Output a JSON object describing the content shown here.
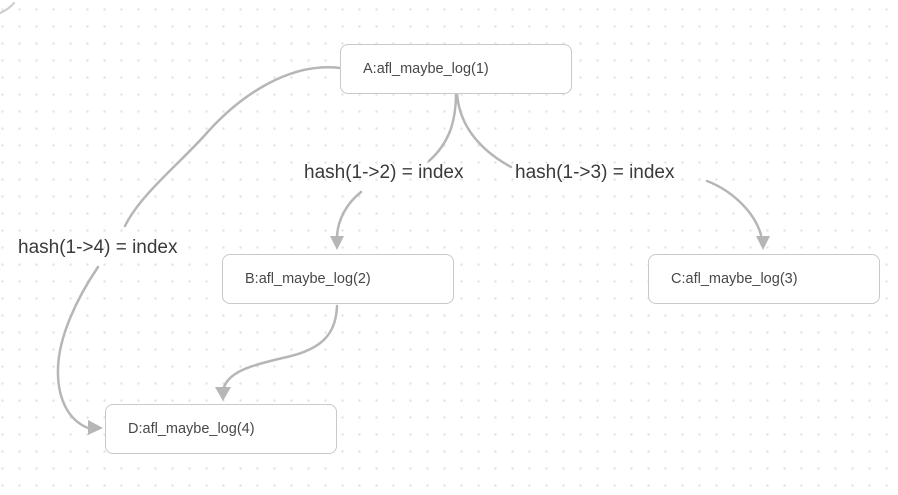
{
  "nodes": [
    {
      "id": "A",
      "label": "A:afl_maybe_log(1)"
    },
    {
      "id": "B",
      "label": "B:afl_maybe_log(2)"
    },
    {
      "id": "C",
      "label": "C:afl_maybe_log(3)"
    },
    {
      "id": "D",
      "label": "D:afl_maybe_log(4)"
    }
  ],
  "edges": [
    {
      "from": "A",
      "to": "B",
      "label": "hash(1->2) = index"
    },
    {
      "from": "A",
      "to": "C",
      "label": "hash(1->3) = index"
    },
    {
      "from": "A",
      "to": "D",
      "label": "hash(1->4) = index"
    },
    {
      "from": "B",
      "to": "D",
      "label": ""
    }
  ],
  "colors": {
    "background": "#ffffff",
    "grid_dot": "#e3e3e3",
    "edge_stroke": "#b6b6b6",
    "node_border": "#c9c9c9",
    "node_fill": "#ffffff",
    "node_text": "#484848",
    "edge_label_text": "#3a3a3a"
  }
}
